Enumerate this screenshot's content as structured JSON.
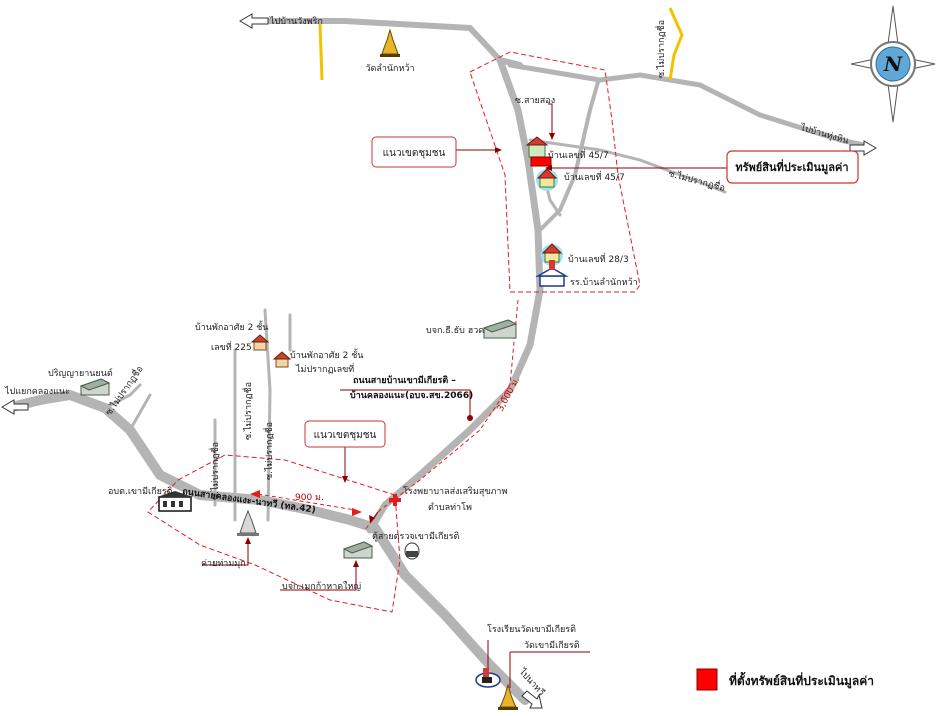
{
  "labels": {
    "to_ban_wang_phrik": "ไปบ้านวังพริก",
    "wat_lam_nak_wa": "วัดลำนักหว้า",
    "to_ban_thung_hin": "ไปบ้านทุ่งหิน",
    "soi_sai_song": "ซ.สายสอง",
    "community_zone_top": "แนวเขตชุมชน",
    "house_45_7_a": "บ้านเลขที่ 45/7",
    "house_45_7_b": "บ้านเลขที่ 45/7",
    "asset_box": "ทรัพย์สินที่ประเมินมูลค่า",
    "soi_mai_prakot_chue": "ซ.ไม่ปรากฏชื่อ",
    "soi_mai_prakot_chue_top": "ซ.ไม่ปรากฏชื่อ",
    "house_28_3": "บ้านเลขที่ 28/3",
    "school_lam_nak_wa": "รร.บ้านลำนักหว้า",
    "company_sithap": "บจก.ธี.ธับ ฮวด",
    "dorm_225_line1": "บ้านพักอาศัย 2 ชั้น",
    "dorm_225_line2": "เลขที่ 225",
    "dorm_unknown_line1": "บ้านพักอาศัย 2 ชั้น",
    "dorm_unknown_line2": "ไม่ปรากฏเลขที่",
    "road_name_line1": "ถนนสายบ้านเขามีเกียรติ –",
    "road_name_line2": "บ้านคลองแนะ(อบจ.สข.2066)",
    "distance_3000": "3,000 ม.",
    "parinya_yanyon": "ปริญญายานยนต์",
    "to_khlong_nae_junction": "ไปแยกคลองแนะ",
    "soi_mai_prakot_chue_left": "ซ.ไม่ปรากฏชื่อ",
    "soi_vertical_1": "ซ.ไม่ปรากฏชื่อ",
    "soi_vertical_2": "ซ.ไม่ปรากฏชื่อ",
    "soi_vertical_3": "ซ.ไม่ปรากฏชื่อ",
    "community_zone_bottom": "แนวเขตชุมชน",
    "hospital_line1": "โรงพยาบาลส่งเสริมสุขภาพ",
    "hospital_line2": "ตำบลท่าโพ",
    "distance_900": "900 ม.",
    "obt_khao_mi_kiat": "อบต.เขามีเกียรติ",
    "main_road": "ถนนสายคลองแงะ-นาทวี (ทล.42)",
    "police_box": "ตู้สายตรวจเขามีเกียรติ",
    "camp_thammuk": "ค่ายท่ามมุก",
    "company_mekka": "บจก.เมกก้าหาดใหญ่",
    "school_wat_khao_mi_kiat": "โรงเรียนวัดเขามีเกียรติ",
    "wat_khao_mi_kiat": "วัดเขามีเกียรติ",
    "to_na_thawi": "ไปนาทวี",
    "legend_text": "ที่ตั้งทรัพย์สินที่ประเมินมูลค่า",
    "compass_letter": "N"
  },
  "colors": {
    "road": "#b4b4b4",
    "boundary": "#e21d1d",
    "callout": "#8b0000",
    "marker": "#ff0000",
    "compass_blue": "#5fa8d8"
  },
  "icons": [
    "temple-icon",
    "house-icon",
    "school-icon",
    "factory-icon",
    "hospital-cross-icon",
    "office-building-icon",
    "arrow-left-icon",
    "arrow-right-icon",
    "compass-icon"
  ]
}
